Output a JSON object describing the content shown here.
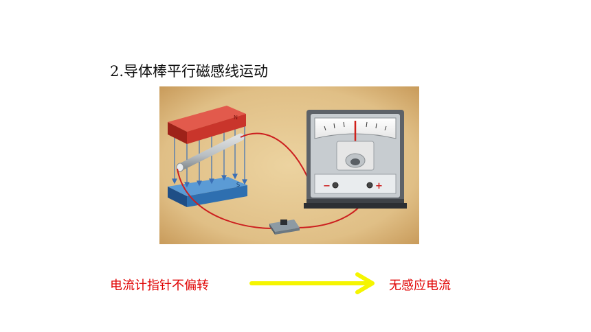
{
  "title": "2.导体棒平行磁感线运动",
  "figure": {
    "magnet_top_label": "N",
    "magnet_bottom_label": "S",
    "meter_minus": "−",
    "meter_plus": "+"
  },
  "conclusion": {
    "observation": "电流计指针不偏转",
    "result": "无感应电流"
  },
  "colors": {
    "text_red": "#e00000",
    "arrow_yellow": "#f5f500",
    "parchment": "#e3c58f",
    "magnet_red": "#d33b32",
    "magnet_blue": "#2e6fb0",
    "wire_red": "#cc1f1f"
  }
}
